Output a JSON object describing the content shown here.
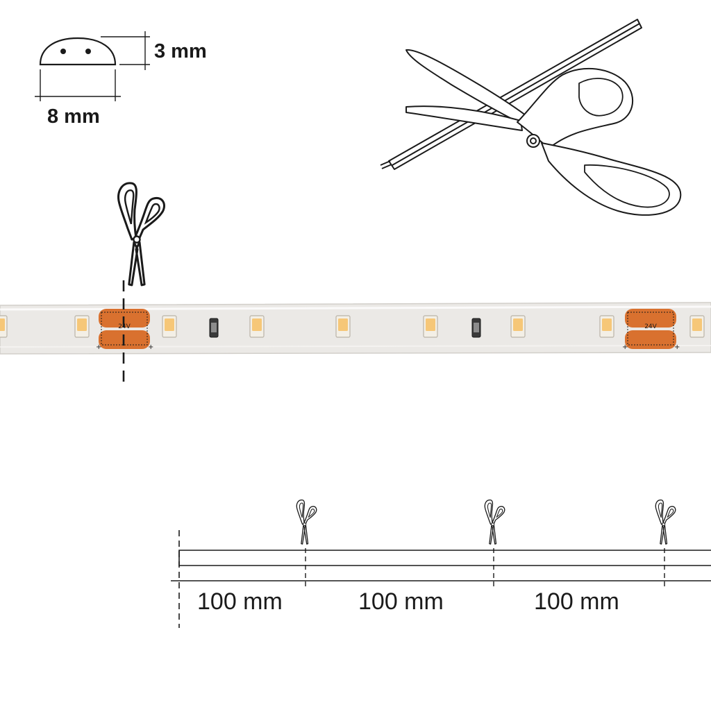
{
  "profile": {
    "height_label": "3 mm",
    "width_label": "8 mm"
  },
  "strip": {
    "pad_voltage_label": "24V",
    "polarity_plus": "+",
    "colors": {
      "silicone": "#ebe9e6",
      "pad": "#d9712f",
      "led_outer": "#f3efe6",
      "led_inner": "#f6c778",
      "outline": "#1a1a1a"
    }
  },
  "cut_segments": [
    {
      "label": "100 mm"
    },
    {
      "label": "100 mm"
    },
    {
      "label": "100 mm"
    }
  ],
  "icons": [
    "scissors-icon",
    "scissors-large-icon"
  ]
}
